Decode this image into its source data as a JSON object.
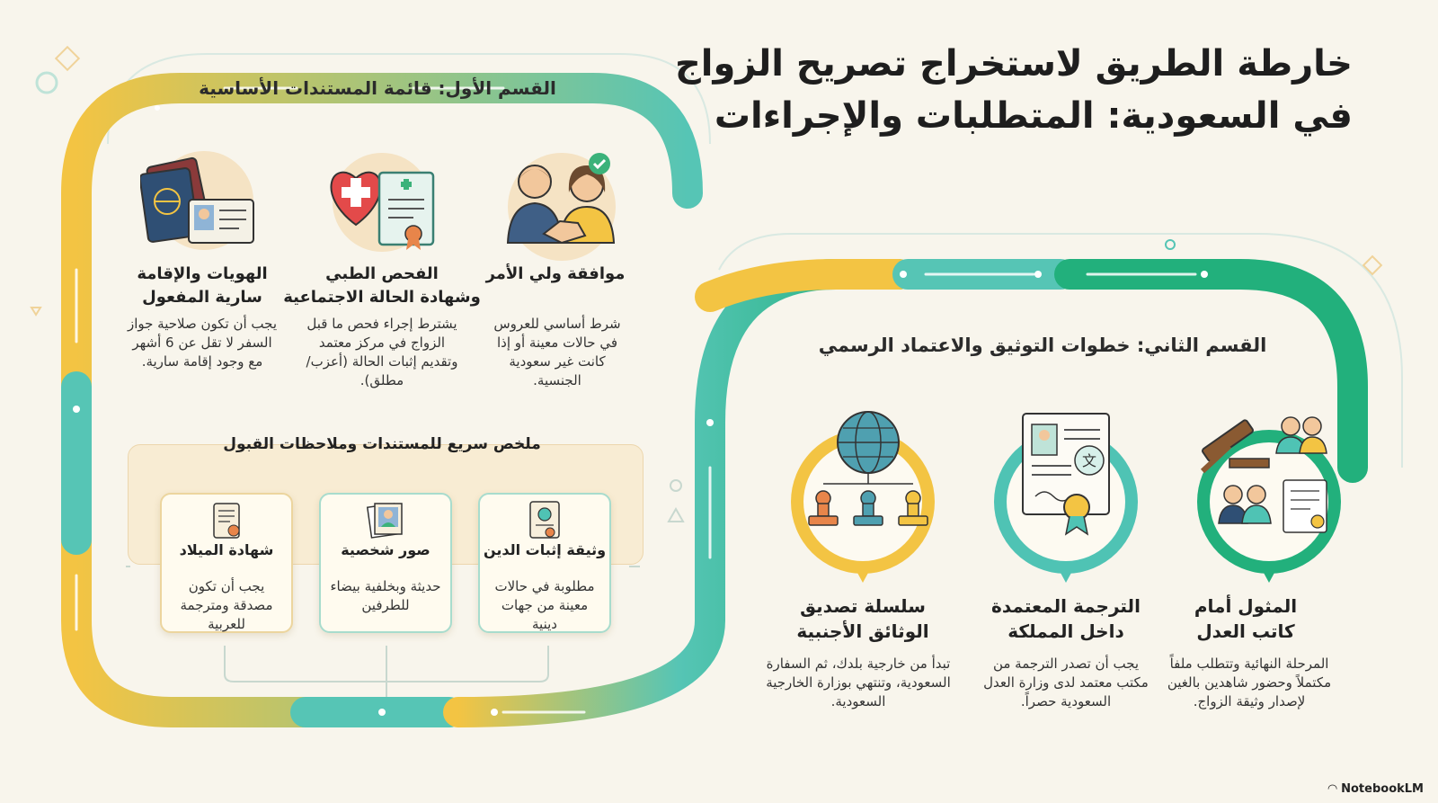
{
  "title": {
    "line1": "خارطة الطريق لاستخراج تصريح الزواج",
    "line2": "في السعودية: المتطلبات والإجراءات"
  },
  "section1": {
    "title": "القسم الأول: قائمة المستندات الأساسية",
    "cards": [
      {
        "title_line1": "موافقة ولي الأمر",
        "title_line2": "",
        "desc": "شرط أساسي للعروس في حالات معينة أو إذا كانت غير سعودية الجنسية."
      },
      {
        "title_line1": "الفحص الطبي",
        "title_line2": "وشهادة الحالة الاجتماعية",
        "desc": "يشترط إجراء فحص ما قبل الزواج في مركز معتمد وتقديم إثبات الحالة (أعزب/مطلق)."
      },
      {
        "title_line1": "الهويات والإقامة",
        "title_line2": "سارية المفعول",
        "desc": "يجب أن تكون صلاحية جواز السفر لا تقل عن 6 أشهر مع وجود إقامة سارية."
      }
    ],
    "summary": {
      "title": "ملخص سريع للمستندات وملاحظات القبول",
      "items": [
        {
          "title": "وثيقة إثبات الدين",
          "desc": "مطلوبة في حالات معينة من جهات دينية"
        },
        {
          "title": "صور شخصية",
          "desc": "حديثة وبخلفية بيضاء للطرفين"
        },
        {
          "title": "شهادة الميلاد",
          "desc": "يجب أن تكون مصدقة ومترجمة للعربية"
        }
      ]
    }
  },
  "section2": {
    "title": "القسم الثاني: خطوات التوثيق والاعتماد الرسمي",
    "steps": [
      {
        "title_line1": "المثول أمام",
        "title_line2": "كاتب العدل",
        "desc": "المرحلة النهائية وتتطلب ملفاً مكتملاً وحضور شاهدين بالغين لإصدار وثيقة الزواج."
      },
      {
        "title_line1": "الترجمة المعتمدة",
        "title_line2": "داخل المملكة",
        "desc": "يجب أن تصدر الترجمة من مكتب معتمد لدى وزارة العدل السعودية حصراً."
      },
      {
        "title_line1": "سلسلة تصديق",
        "title_line2": "الوثائق الأجنبية",
        "desc": "تبدأ من خارجية بلدك، ثم السفارة السعودية، وتنتهي بوزارة الخارجية السعودية."
      }
    ]
  },
  "brand": "NotebookLM",
  "colors": {
    "yellow": "#f3c443",
    "teal": "#4fc3b4",
    "green": "#22b07c",
    "cream": "#f8f5ec"
  }
}
